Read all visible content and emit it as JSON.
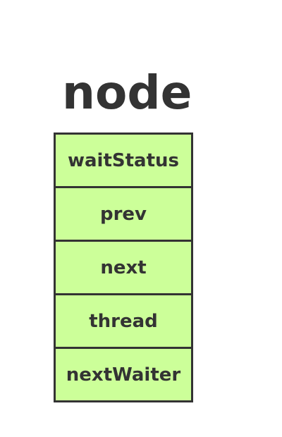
{
  "title": "node",
  "fields": [
    "waitStatus",
    "prev",
    "next",
    "thread",
    "nextWaiter"
  ],
  "colors": {
    "fill": "#ccff99",
    "stroke": "#333333",
    "text": "#333333"
  }
}
